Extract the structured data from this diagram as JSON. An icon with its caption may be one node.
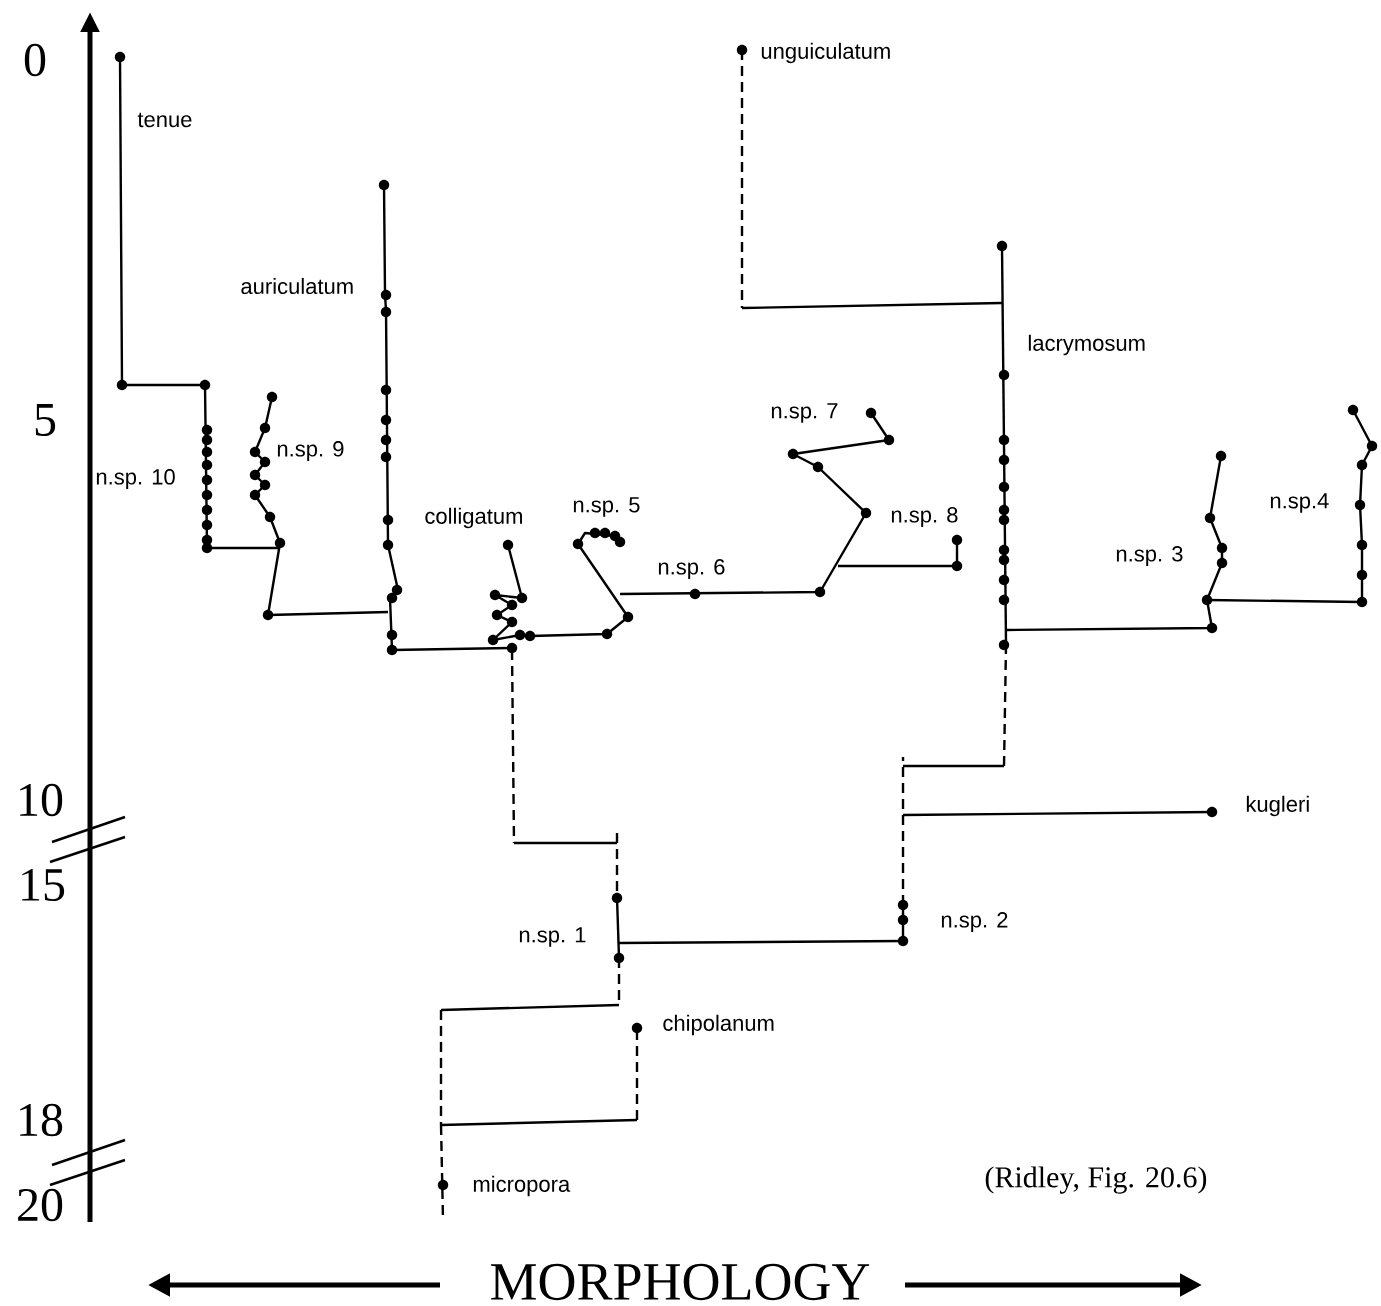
{
  "diagram": {
    "caption": "(Ridley, Fig. 20.6)",
    "labels": [
      "0",
      "5",
      "10",
      "15",
      "18",
      "20",
      "tenue",
      "unguiculatum",
      "auriculatum",
      "lacrymosum",
      "n.sp. 7",
      "n.sp. 9",
      "n.sp. 10",
      "colligatum",
      "n.sp. 5",
      "n.sp. 8",
      "n.sp.4",
      "n.sp. 6",
      "n.sp. 3",
      "kugleri",
      "n.sp. 2",
      "n.sp. 1",
      "chipolanum",
      "micropora",
      "MORPHOLOGY"
    ]
  }
}
